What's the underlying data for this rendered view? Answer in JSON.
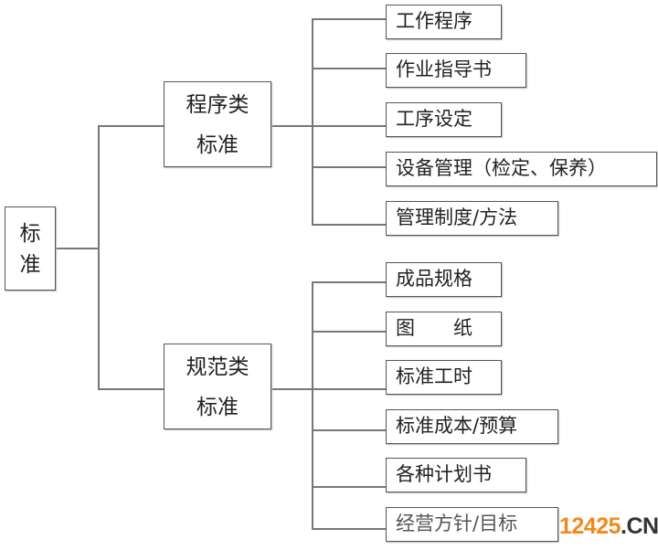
{
  "root": {
    "line1": "标",
    "line2": "准"
  },
  "groups": [
    {
      "line1": "程序类",
      "line2": "标准",
      "items": [
        "工作程序",
        "作业指导书",
        "工序设定",
        "设备管理（检定、保养）",
        "管理制度/方法"
      ]
    },
    {
      "line1": "规范类",
      "line2": "标准",
      "items": [
        "成品规格",
        "图　　纸",
        "标准工时",
        "标准成本/预算",
        "各种计划书",
        "经营方针/目标"
      ]
    }
  ],
  "watermark": {
    "number": "12425",
    "suffix": ".CN"
  }
}
